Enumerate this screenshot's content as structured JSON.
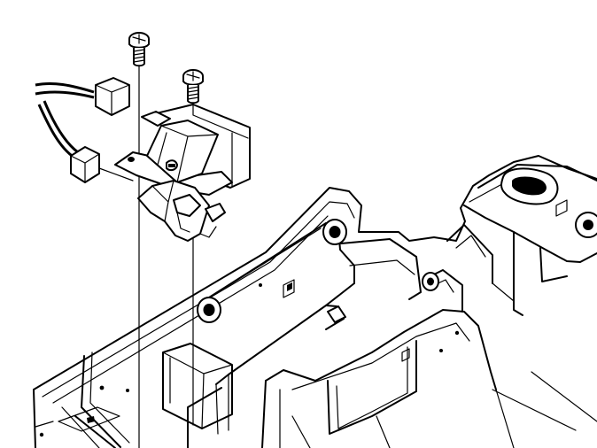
{
  "diagram": {
    "kind": "exploded-assembly-line-drawing",
    "background_color": "#ffffff",
    "line_color": "#000000",
    "parts": [
      "screw",
      "screw",
      "connector",
      "connector",
      "bracket-module",
      "frame"
    ]
  }
}
